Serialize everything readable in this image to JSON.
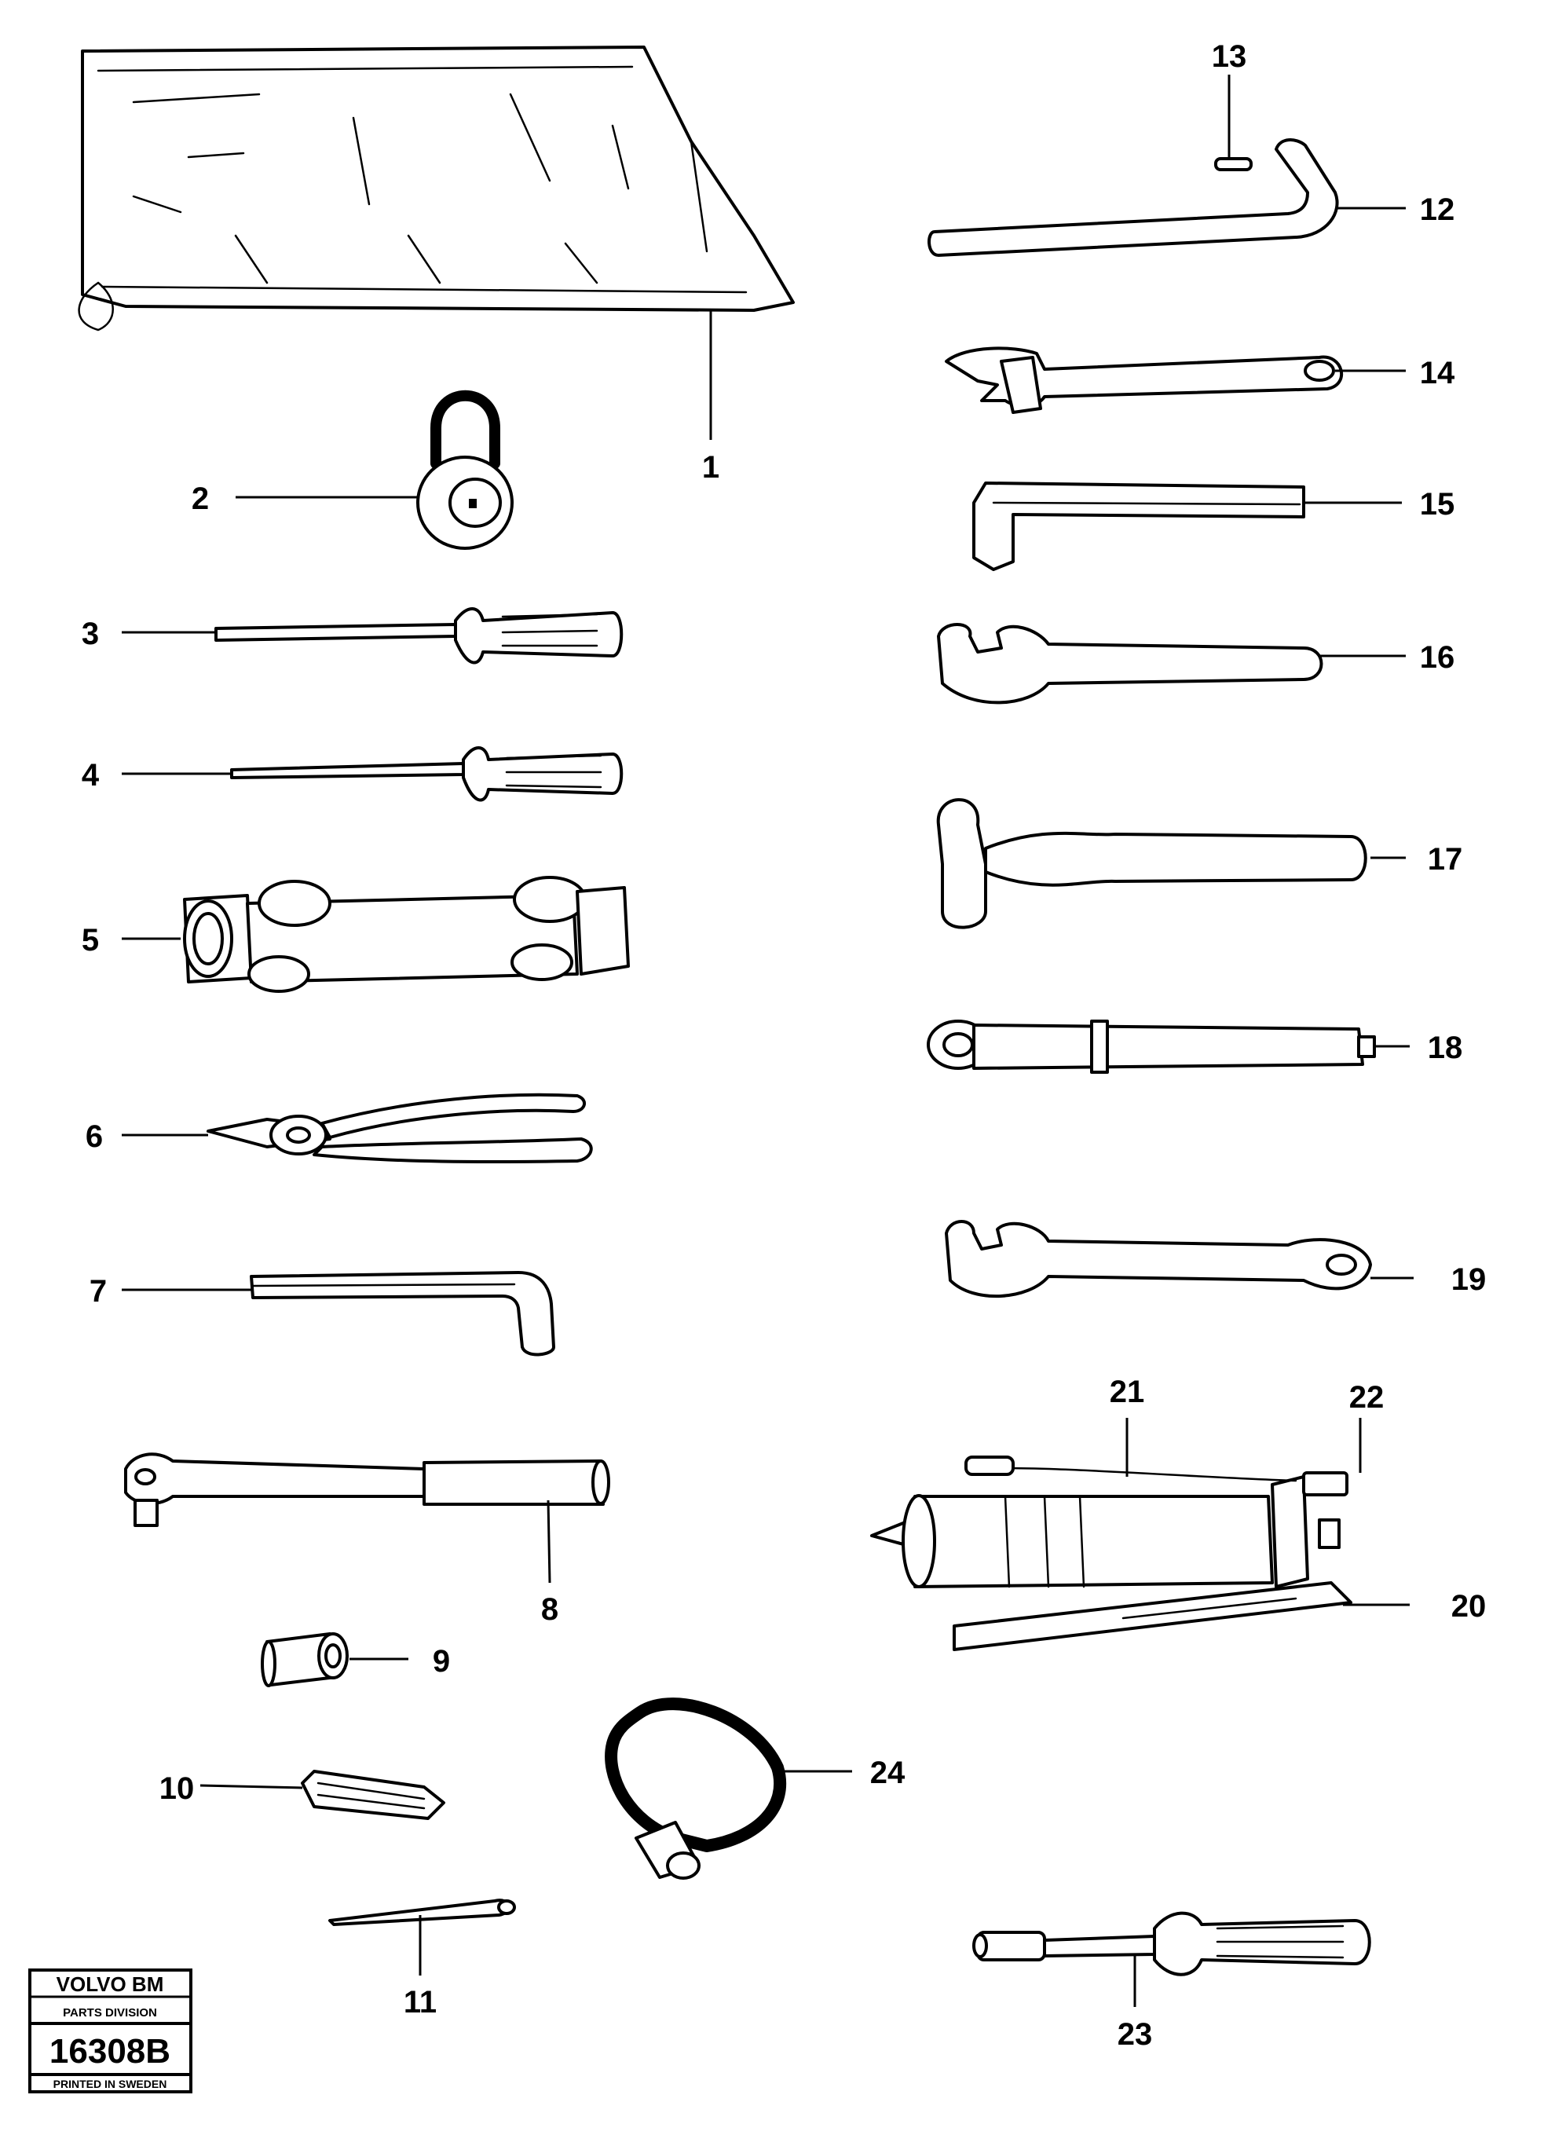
{
  "callouts": [
    "1",
    "2",
    "3",
    "4",
    "5",
    "6",
    "7",
    "8",
    "9",
    "10",
    "11",
    "12",
    "13",
    "14",
    "15",
    "16",
    "17",
    "18",
    "19",
    "20",
    "21",
    "22",
    "23",
    "24"
  ],
  "stamp": {
    "brand": "VOLVO BM",
    "division": "PARTS DIVISION",
    "number": "16308B",
    "printed": "PRINTED IN SWEDEN"
  }
}
